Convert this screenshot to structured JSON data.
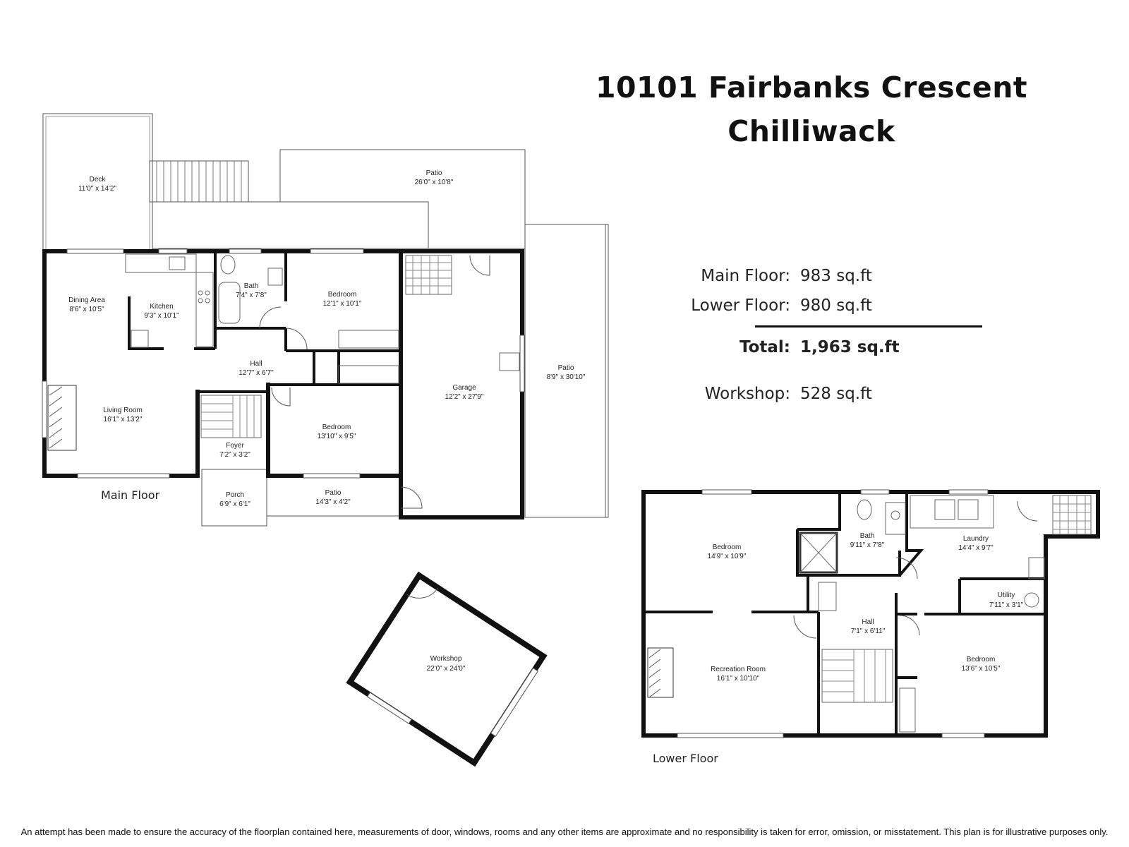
{
  "title": {
    "line1": "10101 Fairbanks Crescent",
    "line2": "Chilliwack"
  },
  "areas": {
    "main_floor": {
      "label": "Main Floor:",
      "value": "983 sq.ft"
    },
    "lower_floor": {
      "label": "Lower Floor:",
      "value": "980 sq.ft"
    },
    "total": {
      "label": "Total:",
      "value": "1,963 sq.ft"
    },
    "workshop": {
      "label": "Workshop:",
      "value": "528 sq.ft"
    }
  },
  "floors": {
    "main": "Main Floor",
    "lower": "Lower Floor"
  },
  "rooms": {
    "main": [
      {
        "name": "Deck",
        "size": "11'0\" x 14'2\""
      },
      {
        "name": "Patio",
        "size": "26'0\" x 10'8\""
      },
      {
        "name": "Patio",
        "size": "8'9\" x 30'10\""
      },
      {
        "name": "Dining Area",
        "size": "8'6\" x 10'5\""
      },
      {
        "name": "Kitchen",
        "size": "9'3\" x 10'1\""
      },
      {
        "name": "Bath",
        "size": "7'4\" x 7'8\""
      },
      {
        "name": "Bedroom",
        "size": "12'1\" x 10'1\""
      },
      {
        "name": "Hall",
        "size": "12'7\" x 6'7\""
      },
      {
        "name": "Garage",
        "size": "12'2\" x 27'9\""
      },
      {
        "name": "Living Room",
        "size": "16'1\" x 13'2\""
      },
      {
        "name": "Bedroom",
        "size": "13'10\" x 9'5\""
      },
      {
        "name": "Foyer",
        "size": "7'2\" x 3'2\""
      },
      {
        "name": "Porch",
        "size": "6'9\" x 6'1\""
      },
      {
        "name": "Patio",
        "size": "14'3\" x 4'2\""
      }
    ],
    "workshop": {
      "name": "Workshop",
      "size": "22'0\" x 24'0\""
    },
    "lower": [
      {
        "name": "Bedroom",
        "size": "14'9\" x 10'9\""
      },
      {
        "name": "Bath",
        "size": "9'11\" x 7'8\""
      },
      {
        "name": "Laundry",
        "size": "14'4\" x 9'7\""
      },
      {
        "name": "Utility",
        "size": "7'11\" x 3'1\""
      },
      {
        "name": "Hall",
        "size": "7'1\" x 6'11\""
      },
      {
        "name": "Recreation Room",
        "size": "16'1\" x 10'10\""
      },
      {
        "name": "Bedroom",
        "size": "13'6\" x 10'5\""
      }
    ]
  },
  "disclaimer": "An attempt has been made to ensure the accuracy of the floorplan contained here, measurements of door, windows, rooms and any other items are approximate and no responsibility is taken for error, omission, or misstatement. This plan is for illustrative purposes only."
}
